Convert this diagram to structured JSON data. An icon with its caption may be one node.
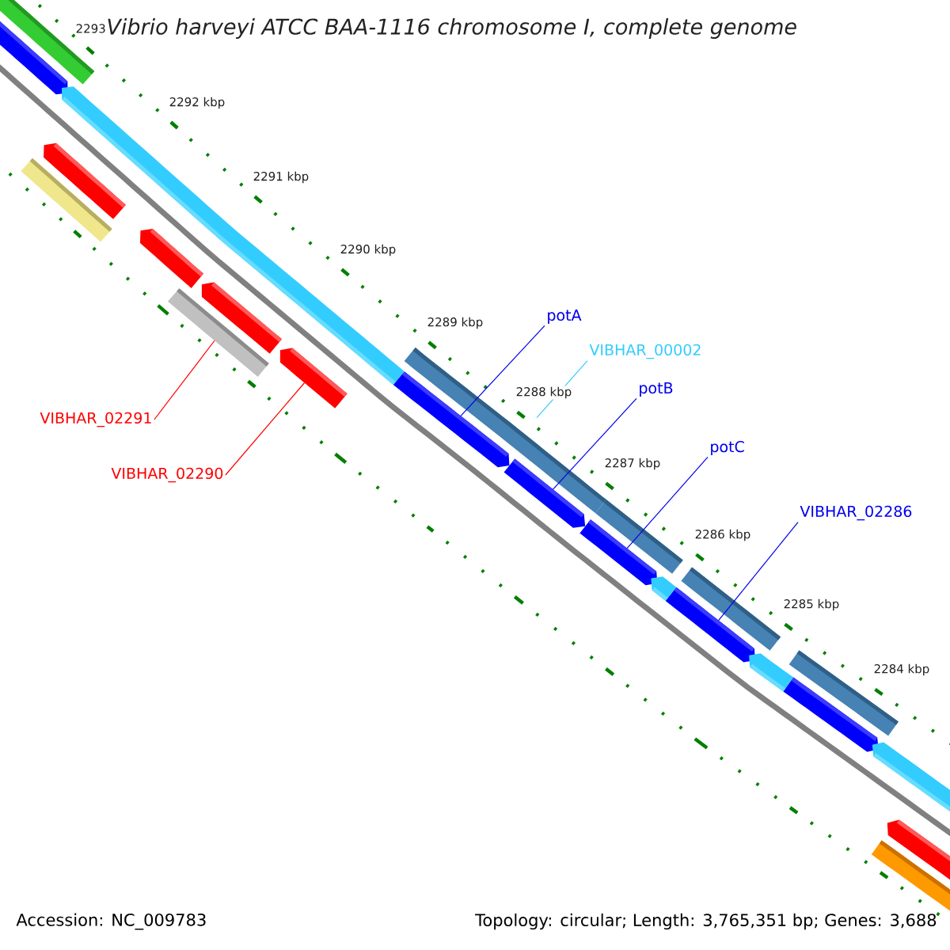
{
  "diagram": {
    "title": "Vibrio harveyi ATCC BAA-1116 chromosome I, complete genome",
    "nodes": [
      {
        "text": [
          "potA"
        ]
      },
      {
        "text": [
          "VIBHAR_00002"
        ]
      },
      {
        "text": [
          "potB"
        ]
      },
      {
        "text": [
          "potC"
        ]
      },
      {
        "text": [
          "VIBHAR_02286"
        ]
      },
      {
        "text": [
          "VIBHAR_02291"
        ]
      },
      {
        "text": [
          "VIBHAR_02290"
        ]
      },
      {
        "text": [],
        "shape": "bar"
      },
      {
        "text": [],
        "shape": "bar"
      },
      {
        "text": [],
        "shape": "bar"
      },
      {
        "text": [],
        "shape": "bar"
      },
      {
        "text": [],
        "shape": "bar"
      },
      {
        "text": [],
        "shape": "bar"
      },
      {
        "text": [],
        "shape": "bar"
      },
      {
        "text": [],
        "shape": "bar"
      },
      {
        "text": [],
        "shape": "bar"
      },
      {
        "text": [],
        "shape": "bar"
      },
      {
        "text": [],
        "shape": "bar"
      },
      {
        "text": [],
        "shape": "bar"
      },
      {
        "text": [],
        "shape": "bar"
      },
      {
        "text": [],
        "shape": "bar"
      },
      {
        "text": [],
        "shape": "bar"
      },
      {
        "text": [],
        "shape": "bar"
      },
      {
        "text": [],
        "shape": "bar"
      },
      {
        "text": [],
        "shape": "bar"
      },
      {
        "text": [],
        "shape": "bar"
      },
      {
        "text": [],
        "shape": "bar"
      },
      {
        "text": [],
        "shape": "bar"
      },
      {
        "text": [],
        "shape": "bar"
      },
      {
        "text": [],
        "shape": "bar"
      }
    ],
    "edges": [
      {
        "from": 0,
        "to": 8,
        "arrow": "none"
      },
      {
        "from": 1,
        "to": null,
        "arrow": "none",
        "color": "#33ccff"
      },
      {
        "from": 2,
        "to": 9,
        "arrow": "none"
      },
      {
        "from": 3,
        "to": 10,
        "arrow": "none"
      },
      {
        "from": 4,
        "to": 11,
        "arrow": "none"
      },
      {
        "from": 5,
        "to": 24,
        "arrow": "none",
        "color": "#ff0000"
      },
      {
        "from": 6,
        "to": 21,
        "arrow": "none",
        "color": "#ff0000"
      }
    ],
    "labels": [
      "2293",
      "2292 kbp",
      "2291 kbp",
      "2290 kbp",
      "2289 kbp",
      "2288 kbp",
      "2287 kbp",
      "2286 kbp",
      "2285 kbp",
      "2284 kbp",
      "Accession: NC_009783",
      "Topology: circular; Length: 3,765,351 bp; Genes: 3,688"
    ]
  }
}
